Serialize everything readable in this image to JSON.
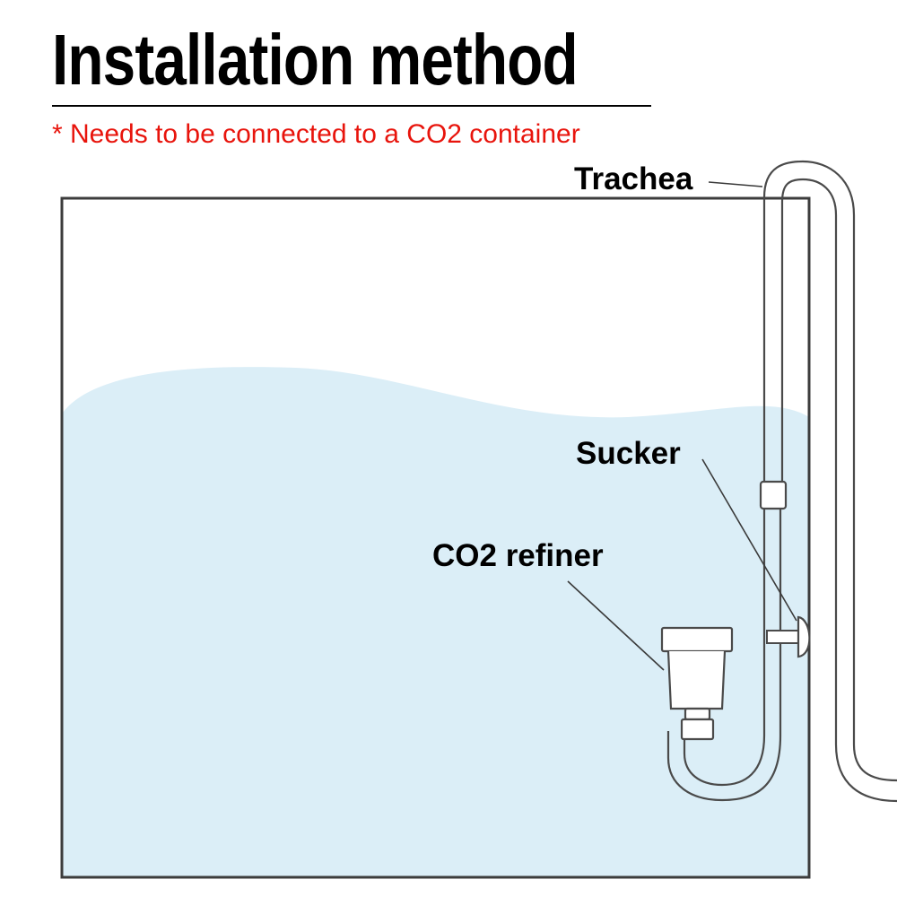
{
  "title": "Installation method",
  "note": "* Needs to be connected to a CO2 container",
  "labels": {
    "trachea": "Trachea",
    "sucker": "Sucker",
    "refiner": "CO2 refiner"
  },
  "colors": {
    "note": "#e8140c",
    "water": "#dbeef7",
    "outline": "#4a4a4a"
  }
}
